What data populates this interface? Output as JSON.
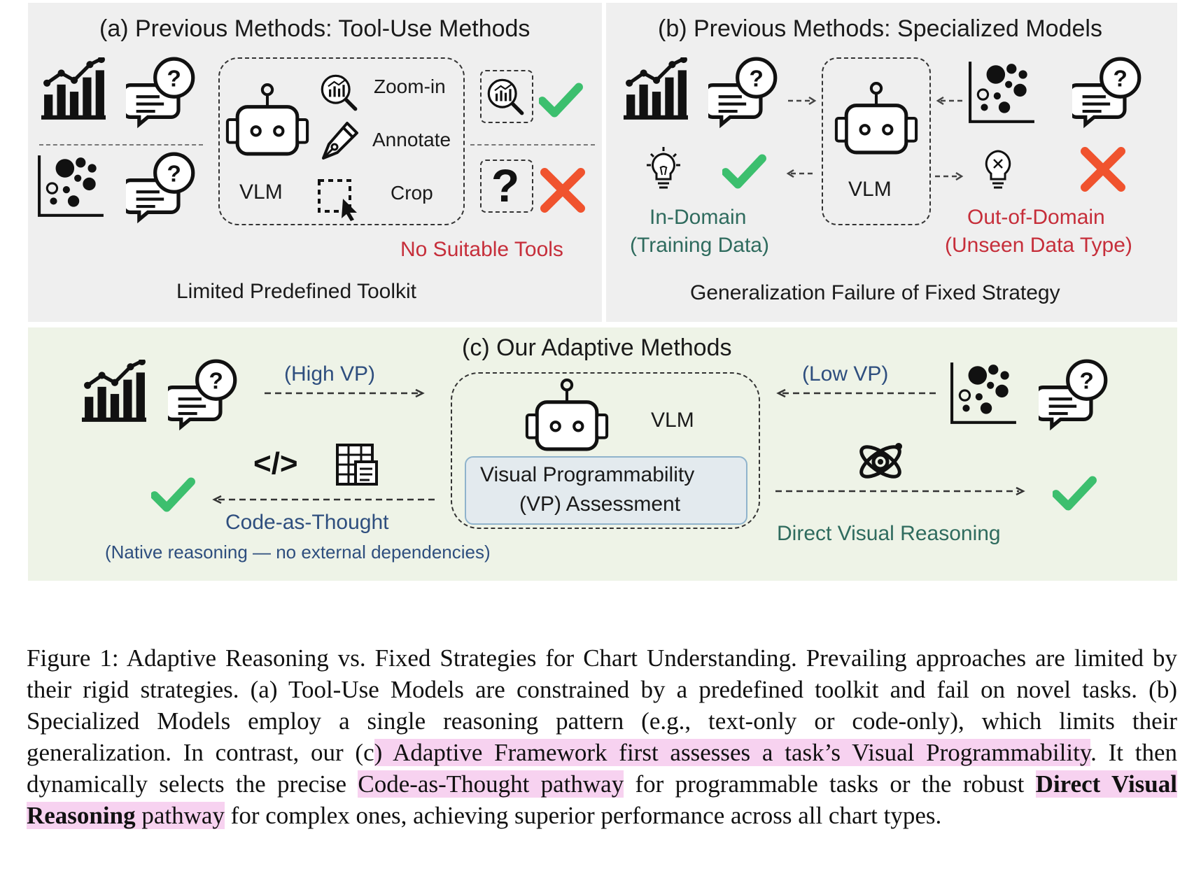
{
  "panel_a": {
    "title": "(a) Previous Methods: Tool-Use Methods",
    "tools": [
      "Zoom-in",
      "Annotate",
      "Crop"
    ],
    "model_label": "VLM",
    "warning": "No Suitable Tools",
    "footer": "Limited Predefined Toolkit"
  },
  "panel_b": {
    "title": "(b) Previous Methods: Specialized Models",
    "model_label": "VLM",
    "in_domain": "In-Domain",
    "in_domain_sub": "(Training Data)",
    "out_domain": "Out-of-Domain",
    "out_domain_sub": "(Unseen Data Type)",
    "footer": "Generalization Failure of Fixed Strategy"
  },
  "panel_c": {
    "title": "(c) Our Adaptive Methods",
    "high_vp": "(High VP)",
    "low_vp": "(Low VP)",
    "model_label": "VLM",
    "assessment_line1": "Visual Programmability",
    "assessment_line2": "(VP) Assessment",
    "code_as_thought": "Code-as-Thought",
    "code_as_thought_sub": "(Native reasoning — no external dependencies)",
    "direct_visual": "Direct Visual Reasoning",
    "code_symbol": "</>"
  },
  "caption": {
    "part1": "Figure 1:   Adaptive Reasoning vs. Fixed Strategies for Chart Understanding. Prevailing approaches are limited by their rigid strategies.  (a) Tool-Use Models are constrained by a predefined toolkit and fail on novel tasks. (b) Specialized Models employ a single reasoning pattern (e.g., text-only or code-only), which limits their generalization. In contrast, our (c",
    "hl1": ") Adaptive Framework first assesses a task’s Visual Programmability",
    "part2": ". It then dynamically selects the precise ",
    "hl2": "Code-as-Thought pathway",
    "part3": " for programmable tasks or the robust ",
    "hl3_bold": "Direct Visual Reasoning",
    "hl3": " pathway",
    "part4": " for complex ones, achieving superior performance across all chart types."
  },
  "colors": {
    "check_green": "#3cbf6e",
    "cross_red": "#f0532e",
    "warning_red": "#c62e3a",
    "in_domain_teal": "#2f6b5e",
    "code_blue": "#2e4e7e",
    "highlight_pink": "#f7d2f0"
  },
  "icons": [
    "bar-line-chart-icon",
    "speech-bubble-question-icon",
    "robot-icon",
    "zoom-chart-icon",
    "pen-nib-icon",
    "crop-cursor-icon",
    "checkmark-icon",
    "cross-icon",
    "question-mark-icon",
    "scatter-chart-icon",
    "lightbulb-icon",
    "lightbulb-x-icon",
    "code-icon",
    "spreadsheet-doc-icon",
    "atom-icon"
  ]
}
